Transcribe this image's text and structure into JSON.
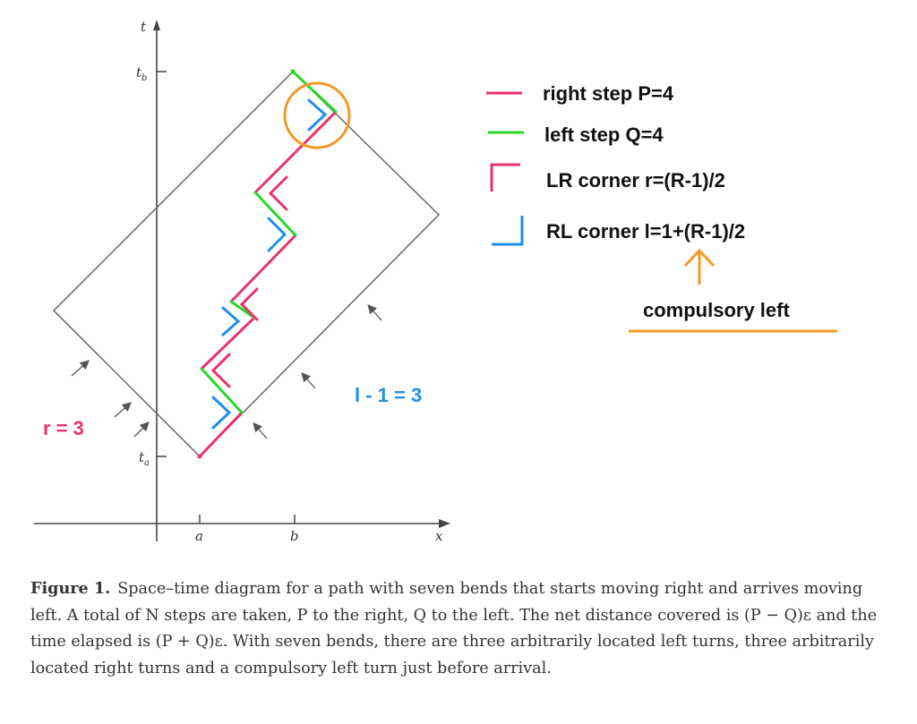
{
  "axes": {
    "time_label": "t",
    "space_label": "x",
    "tb_label": "t",
    "tb_sub": "b",
    "ta_label": "t",
    "ta_sub": "a",
    "a_label": "a",
    "b_label": "b"
  },
  "legend": {
    "right_step": "right step P=4",
    "left_step": "left step Q=4",
    "lr_corner": "LR corner r=(R-1)/2",
    "rl_corner": "RL corner l=1+(R-1)/2",
    "compulsory": "compulsory left"
  },
  "annotations": {
    "r_count": "r = 3",
    "l_count": "l - 1 = 3"
  },
  "colors": {
    "right_step": "#e8336b",
    "left_step": "#2bd42b",
    "rl_corner": "#1f8fe8",
    "highlight": "#f39a26",
    "frame": "#555555"
  },
  "caption": {
    "label": "Figure 1.",
    "text": "Space–time diagram for a path with seven bends that starts moving right and arrives moving left. A total of N steps are taken, P to the right, Q to the left. The net distance covered is (P − Q)ε and the time elapsed is (P + Q)ε. With seven bends, there are three arbitrarily located left turns, three arbitrarily located right turns and a compulsory left turn just before arrival."
  }
}
